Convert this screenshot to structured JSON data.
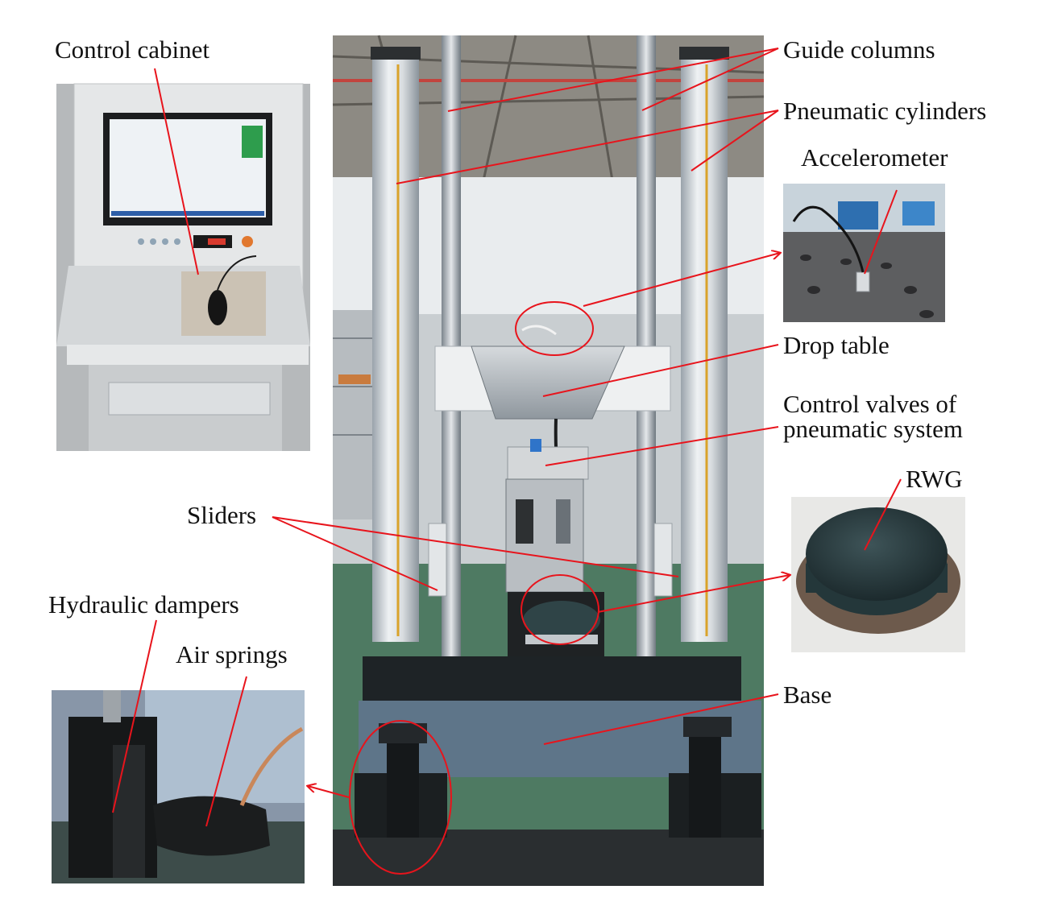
{
  "labels": {
    "control_cabinet": "Control cabinet",
    "guide_columns": "Guide columns",
    "pneumatic_cylinders": "Pneumatic cylinders",
    "accelerometer": "Accelerometer",
    "drop_table": "Drop table",
    "control_valves_line1": "Control valves of",
    "control_valves_line2": "pneumatic system",
    "rwg": "RWG",
    "sliders": "Sliders",
    "hydraulic_dampers": "Hydraulic dampers",
    "air_springs": "Air springs",
    "base": "Base"
  },
  "colors": {
    "annotation": "#e8141c",
    "label_text": "#111111"
  }
}
